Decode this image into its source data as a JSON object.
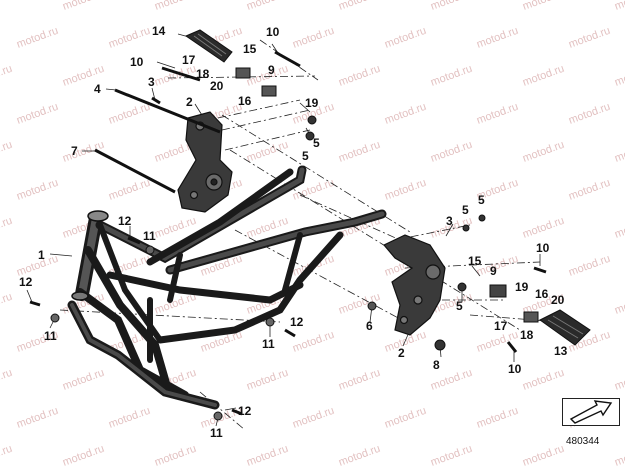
{
  "diagram": {
    "watermark_text": "motod.ru",
    "reference_number": "480344",
    "callouts": [
      {
        "id": "c14a",
        "text": "14"
      },
      {
        "id": "c10a",
        "text": "10"
      },
      {
        "id": "c15a",
        "text": "15"
      },
      {
        "id": "c17a",
        "text": "17"
      },
      {
        "id": "c10b",
        "text": "10"
      },
      {
        "id": "c18a",
        "text": "18"
      },
      {
        "id": "c9a",
        "text": "9"
      },
      {
        "id": "c3a",
        "text": "3"
      },
      {
        "id": "c20a",
        "text": "20"
      },
      {
        "id": "c4",
        "text": "4"
      },
      {
        "id": "c2a",
        "text": "2"
      },
      {
        "id": "c16a",
        "text": "16"
      },
      {
        "id": "c19a",
        "text": "19"
      },
      {
        "id": "c5a",
        "text": "5"
      },
      {
        "id": "c5b",
        "text": "5"
      },
      {
        "id": "c7",
        "text": "7"
      },
      {
        "id": "c12a",
        "text": "12"
      },
      {
        "id": "c11a",
        "text": "11"
      },
      {
        "id": "c1",
        "text": "1"
      },
      {
        "id": "c5c",
        "text": "5"
      },
      {
        "id": "c5d",
        "text": "5"
      },
      {
        "id": "c3b",
        "text": "3"
      },
      {
        "id": "c10c",
        "text": "10"
      },
      {
        "id": "c15b",
        "text": "15"
      },
      {
        "id": "c9b",
        "text": "9"
      },
      {
        "id": "c19b",
        "text": "19"
      },
      {
        "id": "c16b",
        "text": "16"
      },
      {
        "id": "c5e",
        "text": "5"
      },
      {
        "id": "c20b",
        "text": "20"
      },
      {
        "id": "c12b",
        "text": "12"
      },
      {
        "id": "c11b",
        "text": "11"
      },
      {
        "id": "c6",
        "text": "6"
      },
      {
        "id": "c12c",
        "text": "12"
      },
      {
        "id": "c17b",
        "text": "17"
      },
      {
        "id": "c11c",
        "text": "11"
      },
      {
        "id": "c18b",
        "text": "18"
      },
      {
        "id": "c2b",
        "text": "2"
      },
      {
        "id": "c13",
        "text": "13"
      },
      {
        "id": "c8",
        "text": "8"
      },
      {
        "id": "c10d",
        "text": "10"
      },
      {
        "id": "c12d",
        "text": "12"
      },
      {
        "id": "c11d",
        "text": "11"
      }
    ]
  }
}
